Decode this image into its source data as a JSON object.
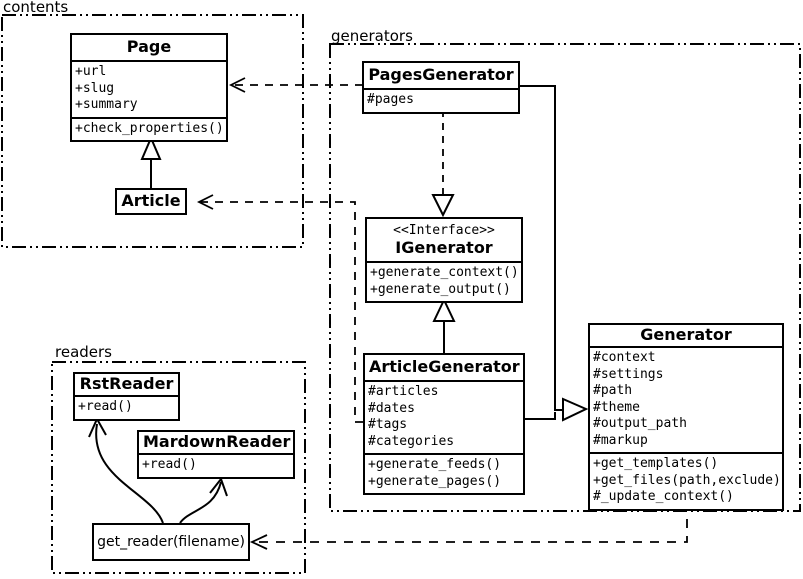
{
  "diagram": {
    "type": "uml-class-diagram",
    "packages": {
      "contents": {
        "label": "contents"
      },
      "generators": {
        "label": "generators"
      },
      "readers": {
        "label": "readers"
      }
    },
    "classes": {
      "page": {
        "title": "Page",
        "attrs": [
          "+url",
          "+slug",
          "+summary"
        ],
        "methods": [
          "+check_properties()"
        ]
      },
      "article": {
        "title": "Article"
      },
      "pages_generator": {
        "title": "PagesGenerator",
        "attrs": [
          "#pages"
        ]
      },
      "igenerator": {
        "stereotype": "<<Interface>>",
        "title": "IGenerator",
        "methods": [
          "+generate_context()",
          "+generate_output()"
        ]
      },
      "article_generator": {
        "title": "ArticleGenerator",
        "attrs": [
          "#articles",
          "#dates",
          "#tags",
          "#categories"
        ],
        "methods": [
          "+generate_feeds()",
          "+generate_pages()"
        ]
      },
      "generator": {
        "title": "Generator",
        "attrs": [
          "#context",
          "#settings",
          "#path",
          "#theme",
          "#output_path",
          "#markup"
        ],
        "methods": [
          "+get_templates()",
          "+get_files(path,exclude)",
          "#_update_context()"
        ]
      },
      "rst_reader": {
        "title": "RstReader",
        "methods": [
          "+read()"
        ]
      },
      "mardown_reader": {
        "title": "MardownReader",
        "methods": [
          "+read()"
        ]
      },
      "get_reader": {
        "label": "get_reader(filename)"
      }
    },
    "colors": {
      "line": "#000000",
      "background": "#ffffff",
      "box_fill": "#ffffff"
    }
  }
}
